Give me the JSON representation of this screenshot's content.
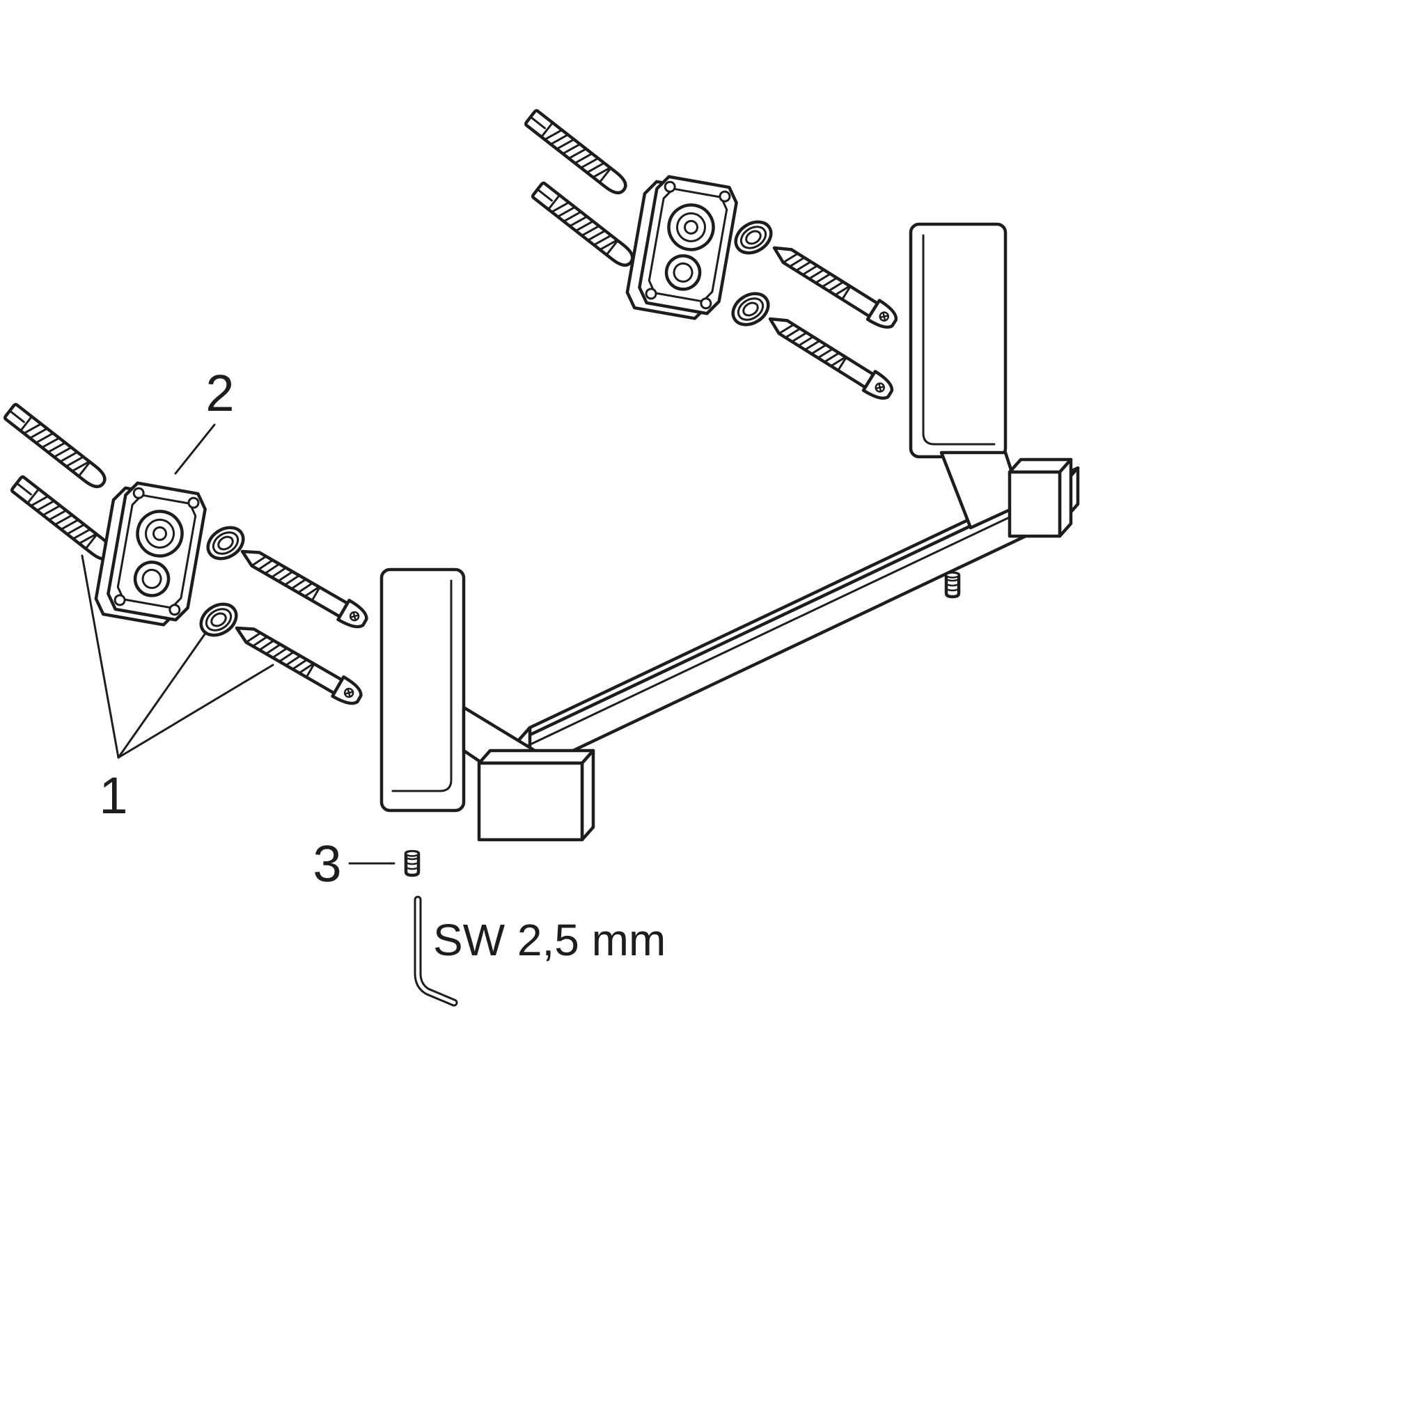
{
  "diagram": {
    "callouts": {
      "part1": "1",
      "part2": "2",
      "part3": "3"
    },
    "tool": {
      "spec": "SW 2,5 mm"
    },
    "parts": {
      "wall_plug": "wall-plug-anchor",
      "mounting_plate": "mounting-plate",
      "washer": "washer",
      "screw": "pan-head-screw",
      "rail": "hook-rail-bar",
      "hook_plate": "end-hook-plate",
      "square_hook": "square-hook",
      "set_screw": "grub-screw",
      "hex_key": "allen-key"
    },
    "colors": {
      "line": "#1d1d1b",
      "background": "#ffffff"
    }
  }
}
